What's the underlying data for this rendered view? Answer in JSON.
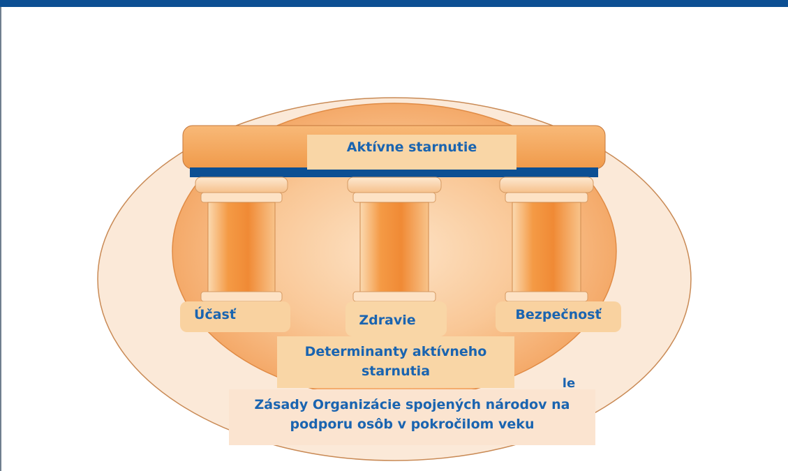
{
  "roof": {
    "label": "Aktívne starnutie"
  },
  "pillars": [
    {
      "label": "Účasť"
    },
    {
      "label": "Zdravie"
    },
    {
      "label": "Bezpečnosť"
    }
  ],
  "base": {
    "label": "Determinanty aktívneho starnutia"
  },
  "outer": {
    "label": "Zásady Organizácie spojených národov na podporu osôb v pokročilom veku",
    "hidden_fragment": "le"
  },
  "colors": {
    "top_bar": "#0c4f93",
    "text": "#1a64b0",
    "outer_ellipse": "#fbe9d8",
    "inner_ellipse": "#f7b57c",
    "pillar": "#f29a4a",
    "label_box": "#f9d8a8"
  }
}
